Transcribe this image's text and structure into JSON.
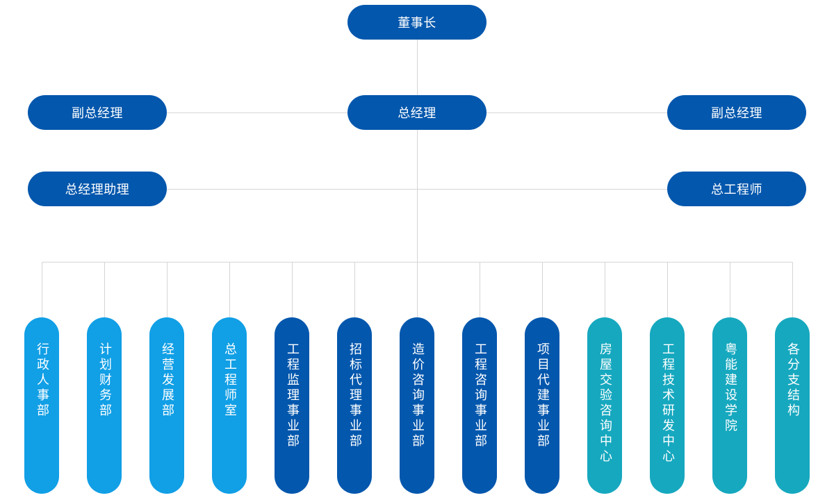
{
  "colors": {
    "node": "#0357ad",
    "connector": "#d5d5d5",
    "dept_light_blue": "#119fe6",
    "dept_dark_blue": "#0357ad",
    "dept_teal": "#16a8bf"
  },
  "top_nodes": {
    "chairman": "董事长",
    "general_manager": "总经理",
    "deputy_gm_left": "副总经理",
    "deputy_gm_right": "副总经理",
    "gm_assistant": "总经理助理",
    "chief_engineer": "总工程师"
  },
  "departments": [
    {
      "label": "行政人事部",
      "color": "#119fe6"
    },
    {
      "label": "计划财务部",
      "color": "#119fe6"
    },
    {
      "label": "经营发展部",
      "color": "#119fe6"
    },
    {
      "label": "总工程师室",
      "color": "#119fe6"
    },
    {
      "label": "工程监理事业部",
      "color": "#0357ad"
    },
    {
      "label": "招标代理事业部",
      "color": "#0357ad"
    },
    {
      "label": "造价咨询事业部",
      "color": "#0357ad"
    },
    {
      "label": "工程咨询事业部",
      "color": "#0357ad"
    },
    {
      "label": "项目代建事业部",
      "color": "#0357ad"
    },
    {
      "label": "房屋交验咨询中心",
      "color": "#16a8bf"
    },
    {
      "label": "工程技术研发中心",
      "color": "#16a8bf"
    },
    {
      "label": "粤能建设学院",
      "color": "#16a8bf"
    },
    {
      "label": "各分支结构",
      "color": "#16a8bf"
    }
  ]
}
